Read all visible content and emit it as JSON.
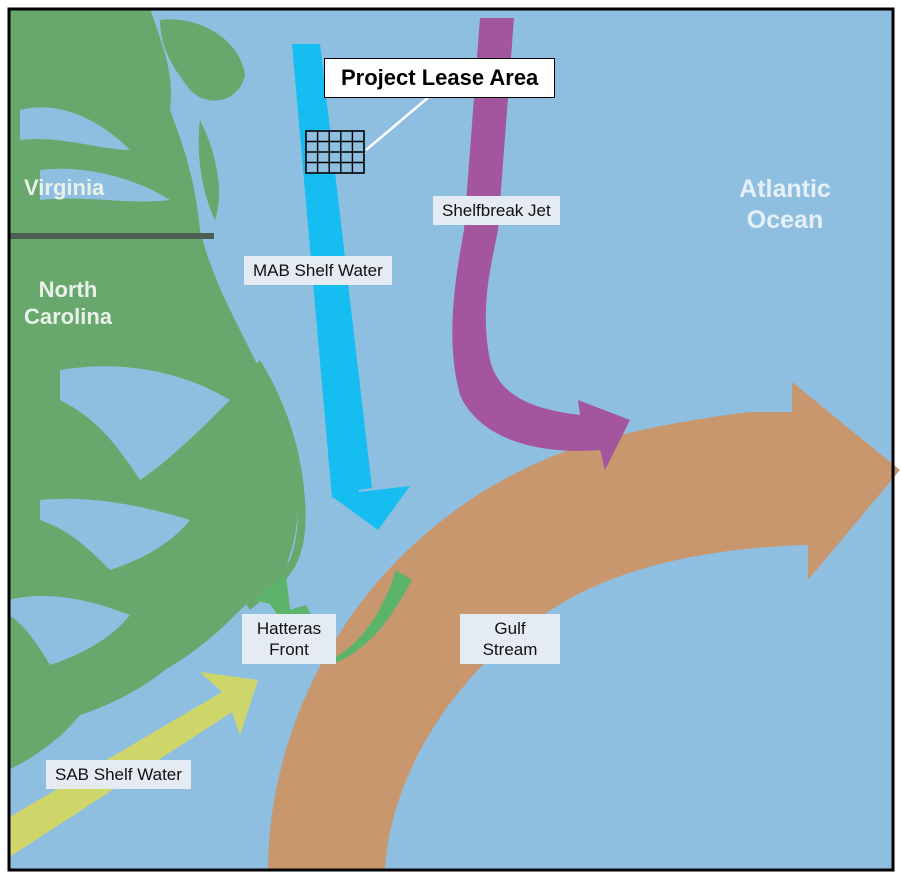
{
  "colors": {
    "ocean": "#8fbfe0",
    "land": "#69a86d",
    "land_dark": "#4f8f57",
    "state_border": "#4f5e55",
    "mab_shelf_water": "#15bdf0",
    "shelfbreak_jet": "#a3569e",
    "gulf_stream": "#c9976e",
    "hatteras_front": "#5cb46a",
    "sab_shelf_water": "#ced66a"
  },
  "labels": {
    "virginia": "Virginia",
    "north_carolina": "North\nCarolina",
    "atlantic_ocean": "Atlantic\nOcean",
    "project_lease_area": "Project Lease Area",
    "shelfbreak_jet": "Shelfbreak Jet",
    "mab_shelf_water": "MAB Shelf Water",
    "hatteras_front": "Hatteras\nFront",
    "gulf_stream": "Gulf\nStream",
    "sab_shelf_water": "SAB Shelf Water"
  },
  "icons": [
    "lease-grid-icon"
  ]
}
